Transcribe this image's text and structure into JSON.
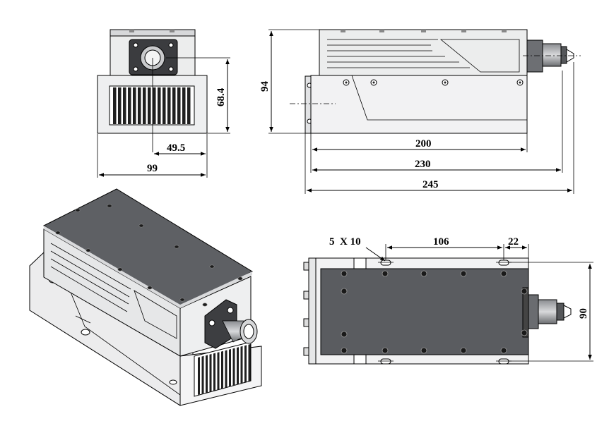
{
  "dimensions": {
    "front_center_height": "68.4",
    "front_half_width": "49.5",
    "front_width": "99",
    "side_height": "94",
    "side_length_inner": "200",
    "side_length_base": "230",
    "side_length_total": "245",
    "bottom_slot": "5  X 10",
    "bottom_hole_spacing": "106",
    "bottom_hole_offset": "22",
    "bottom_width": "90"
  },
  "colors": {
    "top_plate": "#606266",
    "metal_light": "#e9eaec",
    "heatsink_fin": "#1f1f1f"
  }
}
